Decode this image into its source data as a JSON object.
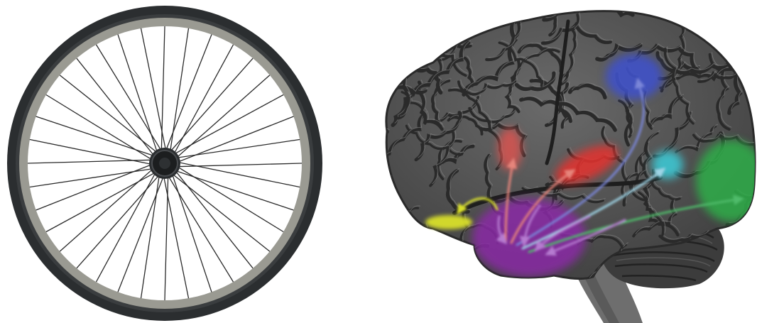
{
  "figure": {
    "panels": [
      {
        "id": "wheel",
        "spoke_count": 36
      },
      {
        "id": "brain"
      }
    ],
    "regions": [
      {
        "name": "blue-region",
        "color": "#3f51c8"
      },
      {
        "name": "red-region-upper",
        "color": "#e0524f"
      },
      {
        "name": "red-region-middle",
        "color": "#e6312d"
      },
      {
        "name": "cyan-region",
        "color": "#3ec6d2"
      },
      {
        "name": "green-region",
        "color": "#2fae48"
      },
      {
        "name": "yellow-region",
        "color": "#d9e02c"
      },
      {
        "name": "purple-hub-region",
        "color": "#8a2aa6"
      }
    ],
    "colors": {
      "tire": "#2b2e30",
      "rim": "#9a9a92",
      "spoke": "#2a2a2a",
      "hub": "#2b2e30",
      "brain_base": "#4f4f4f",
      "brain_fold": "#2a2a2a",
      "brain_highlight": "#8a8a8a",
      "cerebellum": "#3c3c3c",
      "brainstem": "#6e6e6e"
    }
  }
}
